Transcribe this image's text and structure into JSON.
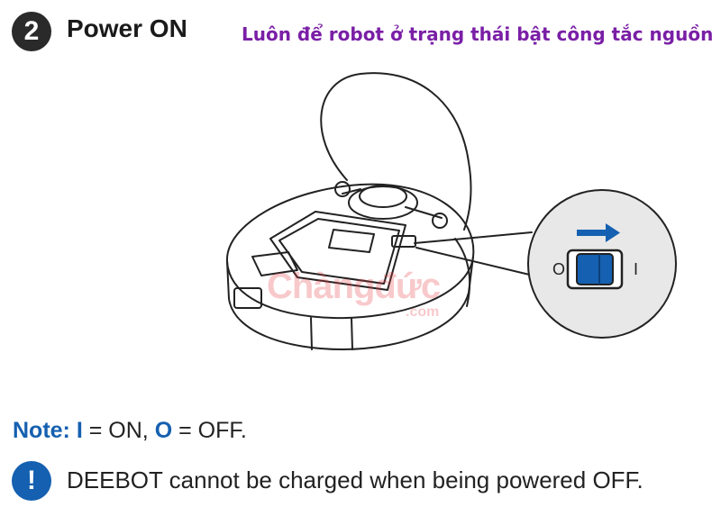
{
  "header": {
    "step_number": "2",
    "title": "Power ON",
    "caption_vi": "Luôn để robot ở trạng thái bật công tắc nguồn"
  },
  "illustration": {
    "switch_off_label": "O",
    "switch_on_label": "I",
    "watermark_main": "Chàngđức",
    "watermark_sub": ".com",
    "accent_color": "#1560b0"
  },
  "note": {
    "prefix": "Note:",
    "on_symbol": "I",
    "on_text": " = ON,",
    "off_symbol": "O",
    "off_text": " = OFF."
  },
  "warning": {
    "icon": "exclamation-icon",
    "text": "DEEBOT cannot be charged when being powered OFF."
  }
}
